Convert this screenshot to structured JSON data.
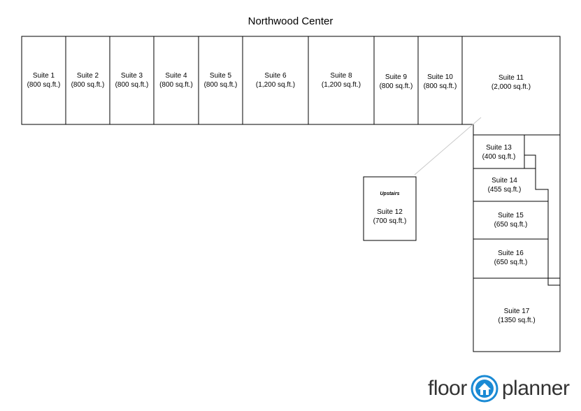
{
  "title": "Northwood Center",
  "suites": [
    {
      "name": "Suite 1",
      "area": "(800 sq.ft.)"
    },
    {
      "name": "Suite 2",
      "area": "(800 sq.ft.)"
    },
    {
      "name": "Suite 3",
      "area": "(800 sq.ft.)"
    },
    {
      "name": "Suite 4",
      "area": "(800 sq.ft.)"
    },
    {
      "name": "Suite 5",
      "area": "(800 sq.ft.)"
    },
    {
      "name": "Suite 6",
      "area": "(1,200 sq.ft.)"
    },
    {
      "name": "Suite 8",
      "area": "(1,200 sq.ft.)"
    },
    {
      "name": "Suite 9",
      "area": "(800 sq.ft.)"
    },
    {
      "name": "Suite 10",
      "area": "(800 sq.ft.)"
    },
    {
      "name": "Suite 11",
      "area": "(2,000 sq.ft.)"
    },
    {
      "name": "Suite 13",
      "area": "(400 sq.ft.)"
    },
    {
      "name": "Suite 14",
      "area": "(455 sq.ft.)"
    },
    {
      "name": "Suite 15",
      "area": "(650 sq.ft.)"
    },
    {
      "name": "Suite 16",
      "area": "(650 sq.ft.)"
    },
    {
      "name": "Suite 17",
      "area": "(1350 sq.ft.)"
    },
    {
      "name": "Suite 12",
      "area": "(700 sq.ft.)"
    }
  ],
  "upstairs_label": "Upstairs",
  "logo": {
    "left": "floor",
    "right": "planner",
    "accent": "#1a8ad4"
  }
}
